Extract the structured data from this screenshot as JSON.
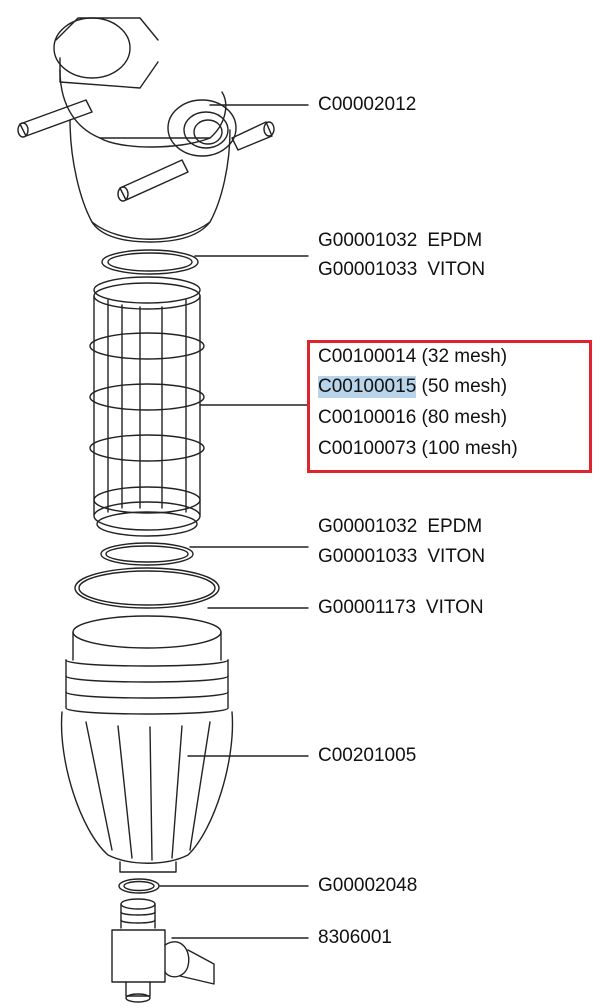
{
  "colors": {
    "highlight_border": "#e0242f",
    "text_selection": "#b8d4ea",
    "line": "#222222"
  },
  "parts": {
    "head": {
      "code": "C00002012"
    },
    "upper_gasket": [
      {
        "code": "G00001032",
        "material": "EPDM"
      },
      {
        "code": "G00001033",
        "material": "VITON"
      }
    ],
    "screens": [
      {
        "code": "C00100014",
        "mesh": "(32 mesh)"
      },
      {
        "code": "C00100015",
        "mesh": "(50 mesh)",
        "selected": true
      },
      {
        "code": "C00100016",
        "mesh": "(80 mesh)"
      },
      {
        "code": "C00100073",
        "mesh": "(100 mesh)"
      }
    ],
    "lower_gasket": [
      {
        "code": "G00001032",
        "material": "EPDM"
      },
      {
        "code": "G00001033",
        "material": "VITON"
      }
    ],
    "bowl_oring": {
      "code": "G00001173",
      "material": "VITON"
    },
    "bowl": {
      "code": "C00201005"
    },
    "drain_oring": {
      "code": "G00002048"
    },
    "drain_valve": {
      "code": "8306001"
    }
  }
}
